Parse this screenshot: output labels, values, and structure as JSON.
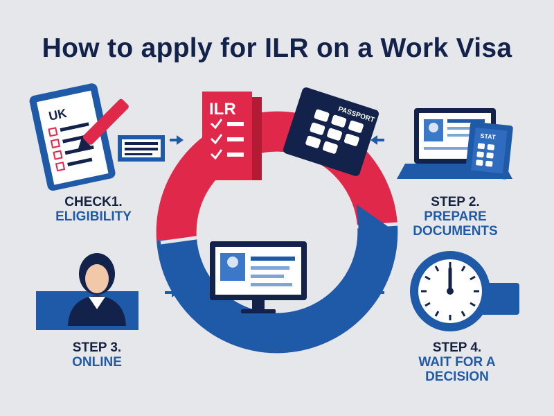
{
  "title": "How to apply for ILR on a Work Visa",
  "steps": [
    {
      "line1": "CHECK1.",
      "line2": "ELIGIBILITY",
      "icon_text": "UK"
    },
    {
      "line1": "STEP 2.",
      "line2": "PREPARE DOCUMENTS",
      "icon_text": "STAT"
    },
    {
      "line1": "STEP 3.",
      "line2": "ONLINE"
    },
    {
      "line1": "STEP 4.",
      "line2": "WAIT FOR A",
      "line3": "DECISION"
    }
  ],
  "center": {
    "ilr_card": "ILR",
    "passport": "PASSPORT"
  },
  "colors": {
    "navy": "#12224a",
    "blue": "#1f5aa8",
    "red": "#e0294a",
    "background": "#e6e7eb"
  }
}
